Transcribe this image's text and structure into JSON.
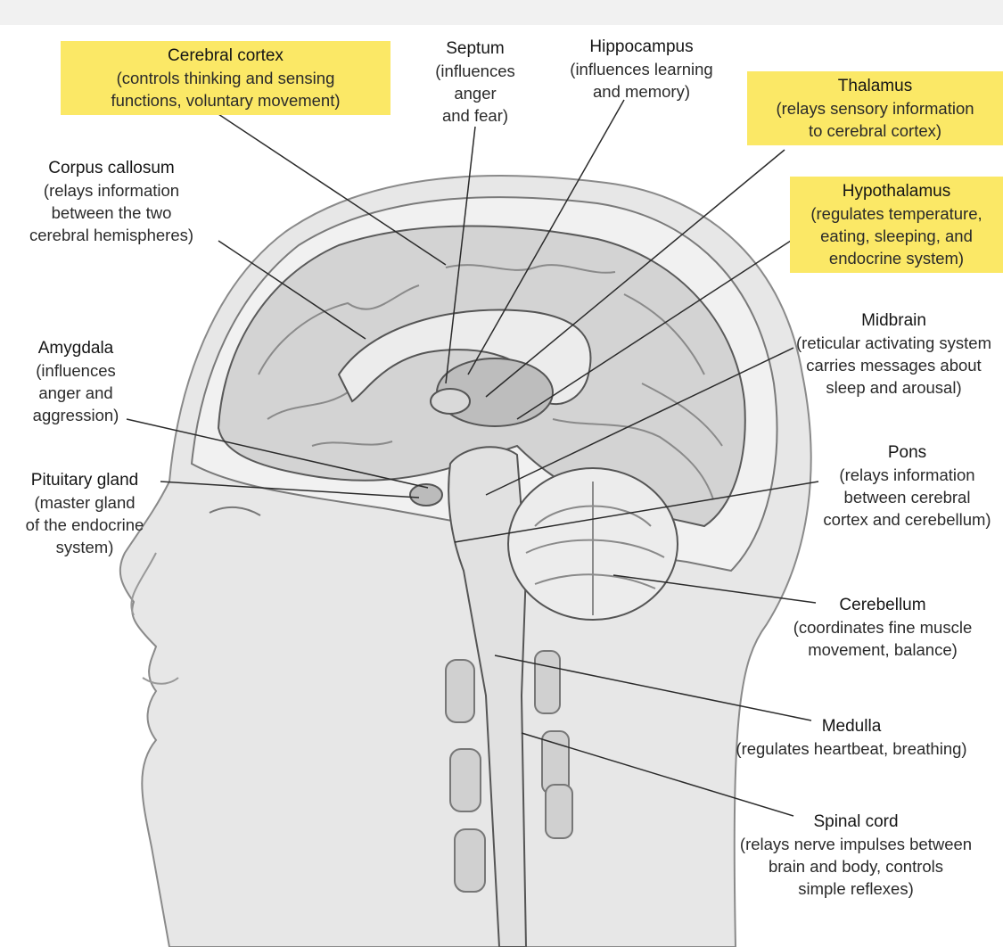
{
  "colors": {
    "highlight": "#fbe866",
    "skin": "#e6e6e6",
    "brain": "#d2d2d2",
    "leader_line": "#2b2b2b"
  },
  "labels": {
    "cerebral_cortex": {
      "name": "Cerebral cortex",
      "desc": [
        "(controls thinking and sensing",
        "functions, voluntary movement)"
      ],
      "highlighted": true
    },
    "septum": {
      "name": "Septum",
      "desc": [
        "(influences",
        "anger",
        "and fear)"
      ],
      "highlighted": false
    },
    "hippocampus": {
      "name": "Hippocampus",
      "desc": [
        "(influences learning",
        "and memory)"
      ],
      "highlighted": false
    },
    "thalamus": {
      "name": "Thalamus",
      "desc": [
        "(relays sensory information",
        "to cerebral cortex)"
      ],
      "highlighted": true
    },
    "corpus_callosum": {
      "name": "Corpus callosum",
      "desc": [
        "(relays information",
        "between the two",
        "cerebral hemispheres)"
      ],
      "highlighted": false
    },
    "hypothalamus": {
      "name": "Hypothalamus",
      "desc": [
        "(regulates temperature,",
        "eating, sleeping, and",
        "endocrine system)"
      ],
      "highlighted": true
    },
    "midbrain": {
      "name": "Midbrain",
      "desc": [
        "(reticular activating system",
        "carries messages about",
        "sleep and arousal)"
      ],
      "highlighted": false
    },
    "amygdala": {
      "name": "Amygdala",
      "desc": [
        "(influences",
        "anger and",
        "aggression)"
      ],
      "highlighted": false
    },
    "pons": {
      "name": "Pons",
      "desc": [
        "(relays information",
        "between cerebral",
        "cortex and cerebellum)"
      ],
      "highlighted": false
    },
    "pituitary_gland": {
      "name": "Pituitary gland",
      "desc": [
        "(master gland",
        "of the endocrine",
        "system)"
      ],
      "highlighted": false
    },
    "cerebellum": {
      "name": "Cerebellum",
      "desc": [
        "(coordinates fine muscle",
        "movement, balance)"
      ],
      "highlighted": false
    },
    "medulla": {
      "name": "Medulla",
      "desc": [
        "(regulates heartbeat, breathing)"
      ],
      "highlighted": false
    },
    "spinal_cord": {
      "name": "Spinal cord",
      "desc": [
        "(relays nerve impulses between",
        "brain and body, controls",
        "simple reflexes)"
      ],
      "highlighted": false
    }
  }
}
